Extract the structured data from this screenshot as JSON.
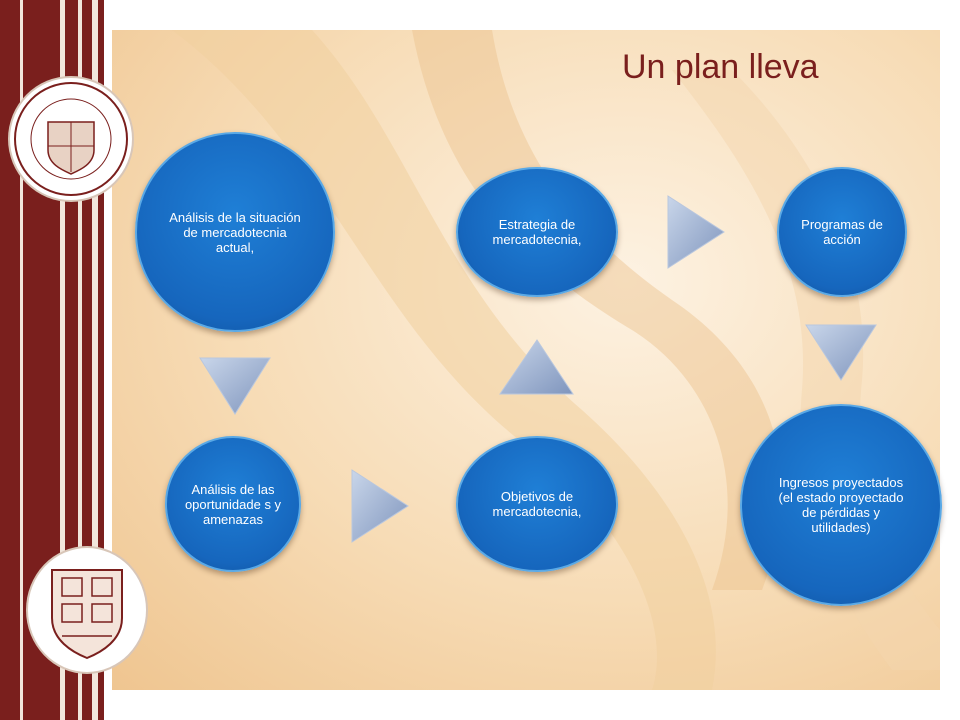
{
  "slide": {
    "title": "Un plan lleva"
  },
  "diagram": {
    "nodes": [
      {
        "id": "node-1",
        "label": "Análisis de la situación de mercadotecnia actual,"
      },
      {
        "id": "node-2",
        "label": "Análisis de las oportunidade s y amenazas"
      },
      {
        "id": "node-3",
        "label": "Objetivos de mercadotecnia,"
      },
      {
        "id": "node-4",
        "label": "Estrategia de mercadotecnia,"
      },
      {
        "id": "node-5",
        "label": "Programas de acción"
      },
      {
        "id": "node-6",
        "label": "Ingresos proyectados (el estado proyectado de pérdidas y utilidades)"
      }
    ],
    "arrows": [
      {
        "from": "node-1",
        "to": "node-2",
        "direction": "down"
      },
      {
        "from": "node-2",
        "to": "node-3",
        "direction": "right"
      },
      {
        "from": "node-3",
        "to": "node-4",
        "direction": "up"
      },
      {
        "from": "node-4",
        "to": "node-5",
        "direction": "right"
      },
      {
        "from": "node-5",
        "to": "node-6",
        "direction": "down"
      }
    ]
  },
  "decorations": {
    "seal_top": "university-seal-icon",
    "seal_bottom": "icea-crest-icon"
  },
  "colors": {
    "band": "#7a1f1d",
    "node": "#1666bd",
    "title": "#7a1f1d"
  }
}
